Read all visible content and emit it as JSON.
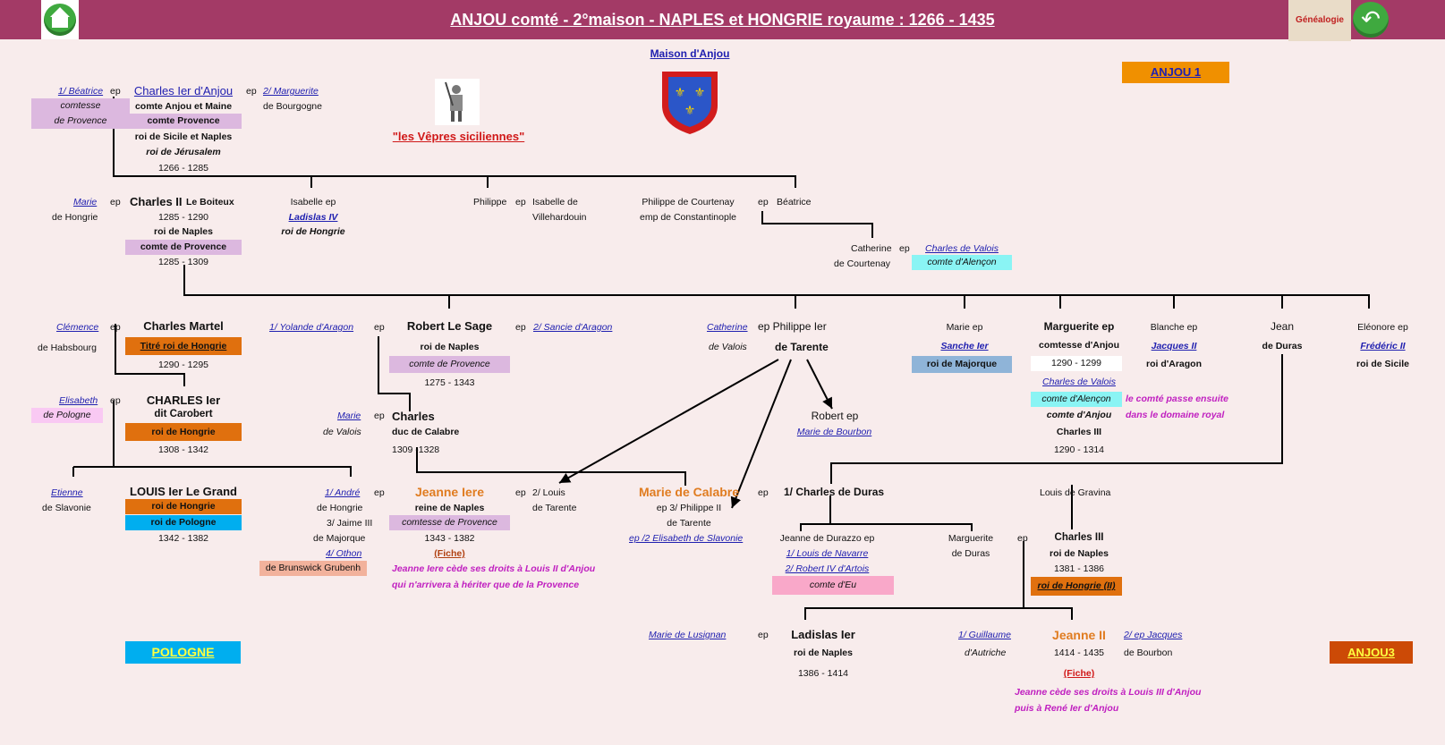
{
  "header": {
    "title": "ANJOU  comté  -  2°maison  -   NAPLES et HONGRIE  royaume : 1266 - 1435",
    "genealogie_label": "Généalogie",
    "back_glyph": "↶"
  },
  "colors": {
    "header_bg": "#a33a66",
    "page_bg": "#f8ecec",
    "link": "#2020b0",
    "magenta_note": "#c020c0",
    "orange_name": "#e07c20"
  },
  "icons": {
    "home": "home-icon",
    "back": "back-arrow-icon",
    "shield": "anjou-shield-icon",
    "knight": "knight-icon"
  },
  "nav": {
    "maison_anjou": "Maison d'Anjou",
    "vepres": "\"les Vêpres siciliennes\"",
    "anjou1": "ANJOU 1",
    "pologne": "POLOGNE",
    "anjou3": "ANJOU3"
  },
  "people": {
    "beatrice": [
      "1/ Béatrice",
      "comtesse",
      "de Provence"
    ],
    "ep": "ep",
    "charles1": [
      "Charles Ier d'Anjou",
      "comte Anjou et Maine",
      "comte Provence",
      "roi de Sicile et Naples",
      "roi de Jérusalem",
      "1266 - 1285"
    ],
    "marguerite_b": [
      "2/ Marguerite",
      "de Bourgogne"
    ],
    "marie_h": [
      "Marie",
      "de Hongrie"
    ],
    "charles2": [
      "Charles II",
      "Le Boiteux",
      "1285 - 1290",
      "roi de Naples",
      "comte de Provence",
      "1285 - 1309"
    ],
    "isabelle": [
      "Isabelle ep",
      "Ladislas IV",
      "roi de Hongrie"
    ],
    "philippe": [
      "Philippe",
      "Isabelle de",
      "Villehardouin"
    ],
    "courtenay": [
      "Philippe de Courtenay",
      "emp de Constantinople",
      "Béatrice"
    ],
    "catherine_c": [
      "Catherine",
      "de Courtenay",
      "Charles de Valois",
      "comte d'Alençon"
    ],
    "clemence": [
      "Clémence",
      "de Habsbourg"
    ],
    "martel": [
      "Charles Martel",
      "Titré roi de Hongrie",
      "1290 - 1295"
    ],
    "robert": [
      "1/ Yolande d'Aragon",
      "Robert Le Sage",
      "2/ Sancie d'Aragon",
      "roi de Naples",
      "comte de Provence",
      "1275 - 1343"
    ],
    "philippe_t": [
      "Catherine",
      "de Valois",
      "ep Philippe Ier",
      "de Tarente"
    ],
    "marie_maj": [
      "Marie ep",
      "Sanche Ier",
      "roi de Majorque"
    ],
    "marguerite": [
      "Marguerite ep",
      "comtesse d'Anjou",
      "1290 - 1299",
      "Charles de Valois",
      "comte d'Alençon",
      "comte d'Anjou",
      "Charles III",
      "1290 - 1314"
    ],
    "comte_note": [
      "le comté passe ensuite",
      "dans le domaine royal"
    ],
    "blanche": [
      "Blanche ep",
      "Jacques II",
      "roi d'Aragon"
    ],
    "jean": [
      "Jean",
      "de Duras"
    ],
    "eleonore": [
      "Eléonore ep",
      "Frédéric II",
      "roi de Sicile"
    ],
    "elisabeth": [
      "Elisabeth",
      "de Pologne"
    ],
    "carobert": [
      "CHARLES Ier",
      "dit Carobert",
      "roi de Hongrie",
      "1308 - 1342"
    ],
    "calabre": [
      "Marie",
      "de Valois",
      "Charles",
      "duc de Calabre",
      "1309 -1328"
    ],
    "robert_ep": [
      "Robert ep",
      "Marie de Bourbon"
    ],
    "etienne": [
      "Etienne",
      "de Slavonie"
    ],
    "louis": [
      "LOUIS Ier Le Grand",
      "roi de Hongrie",
      "roi de Pologne",
      "1342 - 1382"
    ],
    "andre": [
      "1/ André",
      "de Hongrie",
      "3/ Jaime III",
      "de Majorque",
      "4/ Othon",
      "de Brunswick Grubenh"
    ],
    "jeanne1": [
      "Jeanne Iere",
      "reine de Naples",
      "comtesse de Provence",
      "1343 - 1382",
      "(Fiche)"
    ],
    "jeanne1_note": [
      "Jeanne Iere cède ses droits à Louis II d'Anjou",
      "qui n'arrivera à hériter que de la Provence"
    ],
    "louis_t": [
      "2/ Louis",
      "de Tarente"
    ],
    "marie_c": [
      "Marie de Calabre",
      "ep 3/ Philippe II",
      "de Tarente",
      "ep /2 Elisabeth de Slavonie"
    ],
    "duras": [
      "1/ Charles de Duras"
    ],
    "gravina": [
      "Louis de Gravina"
    ],
    "durazzo": [
      "Jeanne de Durazzo ep",
      "1/ Louis de Navarre",
      "2/ Robert IV d'Artois",
      "comte d'Eu"
    ],
    "marg_d": [
      "Marguerite",
      "de Duras"
    ],
    "charles3": [
      "Charles III",
      "roi de Naples",
      "1381 - 1386",
      "roi de Hongrie (II)"
    ],
    "lusignan": [
      "Marie de Lusignan"
    ],
    "ladislas": [
      "Ladislas Ier",
      "roi de Naples",
      "1386 - 1414"
    ],
    "guillaume": [
      "1/ Guillaume",
      "d'Autriche"
    ],
    "jeanne2": [
      "Jeanne II",
      "1414 - 1435",
      "(Fiche)",
      "2/ ep Jacques",
      "de Bourbon"
    ],
    "jeanne2_note": [
      "Jeanne cède ses droits à Louis III d'Anjou",
      "puis à René Ier d'Anjou"
    ]
  }
}
